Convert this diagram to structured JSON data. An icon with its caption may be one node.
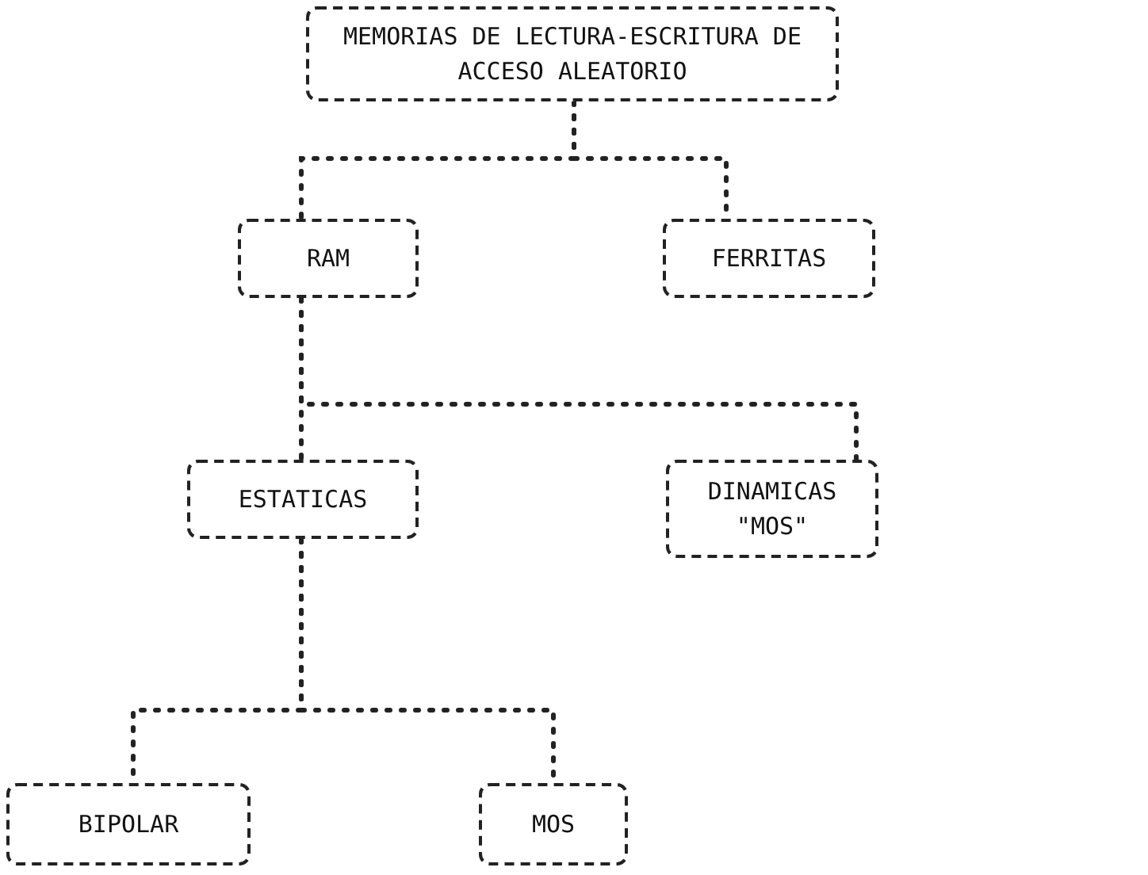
{
  "diagram": {
    "nodes": [
      {
        "text": [
          "MEMORIAS DE LECTURA-ESCRITURA DE ACCESO ALEATORIO"
        ]
      },
      {
        "text": [
          "RAM"
        ]
      },
      {
        "text": [
          "FERRITAS"
        ]
      },
      {
        "text": [
          "ESTATICAS"
        ]
      },
      {
        "text": [
          "DINAMICAS \"MOS\""
        ]
      },
      {
        "text": [
          "BIPOLAR"
        ]
      },
      {
        "text": [
          "MOS"
        ]
      }
    ],
    "edges": [
      {
        "from": 0,
        "to": 1,
        "arrow": "none"
      },
      {
        "from": 0,
        "to": 2,
        "arrow": "none"
      },
      {
        "from": 1,
        "to": 3,
        "arrow": "none"
      },
      {
        "from": 1,
        "to": 4,
        "arrow": "none"
      },
      {
        "from": 3,
        "to": 5,
        "arrow": "none"
      },
      {
        "from": 3,
        "to": 6,
        "arrow": "none"
      }
    ]
  }
}
